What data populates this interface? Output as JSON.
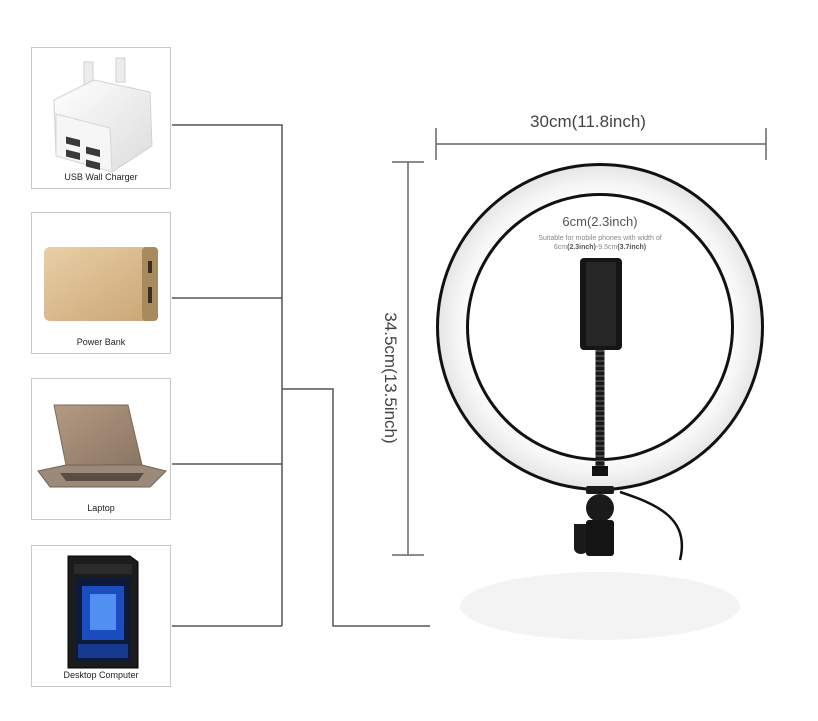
{
  "devices": {
    "charger": {
      "label": "USB Wall Charger",
      "icon": "usb-wall-charger-icon"
    },
    "powerbank": {
      "label": "Power Bank",
      "icon": "power-bank-icon"
    },
    "laptop": {
      "label": "Laptop",
      "icon": "laptop-icon"
    },
    "desktop": {
      "label": "Desktop Computer",
      "icon": "desktop-computer-icon"
    }
  },
  "dimensions": {
    "width": "30cm(11.8inch)",
    "height": "34.5cm(13.5inch)"
  },
  "holder": {
    "width": "6cm(2.3inch)",
    "note_line1": "Suitable for mobile phones with width of",
    "note_prefix": "6cm",
    "note_min": "(2.3inch)",
    "note_mid": "-9.5cm",
    "note_max": "(3.7inch)"
  },
  "colors": {
    "line": "#555555",
    "ring": "#111111",
    "ring_glow": "#f2f2f2",
    "powerbank": "#d9b98c",
    "desktop_accent": "#2a6cff"
  }
}
